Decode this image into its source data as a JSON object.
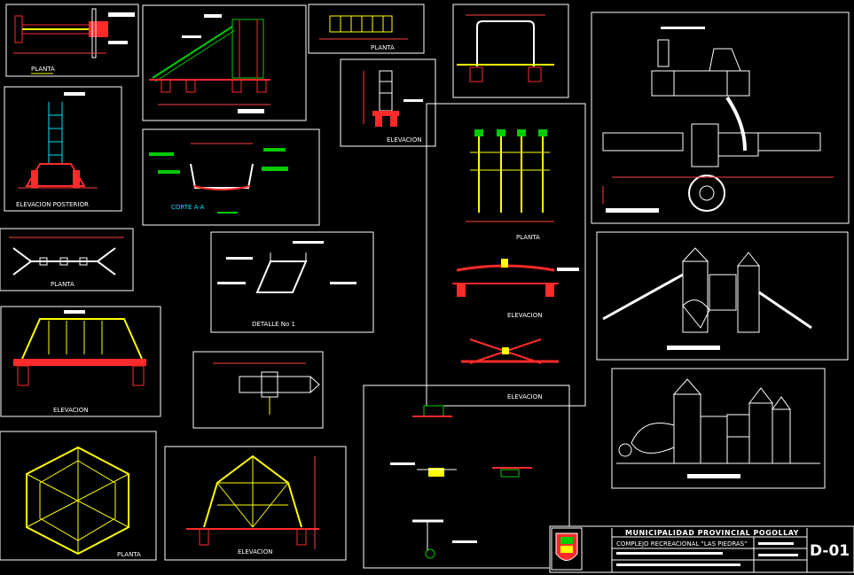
{
  "views": {
    "planta_1": "PLANTA",
    "elev_posterior": "ELEVACION POSTERIOR",
    "planta_2": "PLANTA",
    "elevacion_1": "ELEVACION",
    "planta_hex": "PLANTA",
    "planta_ladder": "PLANTA",
    "corte": "CORTE A-A",
    "detalle": "DETALLE No 1",
    "elevacion_small": "ELEVACION",
    "elevacion_dome": "ELEVACION",
    "planta_swing": "PLANTA",
    "elevacion_seesaw": "ELEVACION",
    "elevacion_seesaw2": "ELEVACION"
  },
  "title_block": {
    "line1": "MUNICIPALIDAD PROVINCIAL POGOLLAY",
    "line2": "COMPLEJO RECREACIONAL \"LAS PIEDRAS\"",
    "sheet": "D-01"
  },
  "colors": {
    "background": "#000000",
    "frame": "#ffffff",
    "structure_red": "#ff2a2a",
    "structure_yellow": "#ffff00",
    "dims": "#ff4040",
    "green": "#00cc00",
    "cyan": "#00e5ff"
  }
}
